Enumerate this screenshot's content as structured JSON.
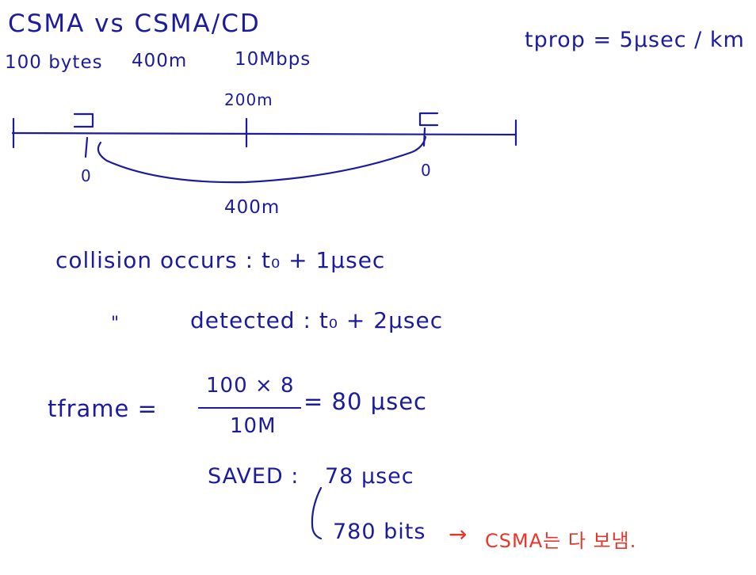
{
  "notes": {
    "title": "CSMA  vs  CSMA/CD",
    "params": {
      "size": "100 bytes",
      "distance": "400m",
      "rate": "10Mbps"
    },
    "tprop": "tprop = 5μsec / km",
    "line_labels": {
      "midpoint": "200m",
      "left_station_time": "0",
      "right_station_time": "0",
      "span": "400m"
    },
    "collision_occurs": "collision  occurs :  t₀ + 1μsec",
    "ditto": "\"",
    "detected": "detected :  t₀ + 2μsec",
    "tframe_label": "tframe  =",
    "tframe_numerator": "100 × 8",
    "tframe_denominator": "10M",
    "tframe_result": "= 80 μsec",
    "saved_label": "SAVED :",
    "saved_time": "78 μsec",
    "saved_bits": "780 bits",
    "arrow": "→",
    "comment": "CSMA는 다 보냄."
  },
  "colors": {
    "ink": "#1b1b9e",
    "accent": "#e8362b"
  }
}
